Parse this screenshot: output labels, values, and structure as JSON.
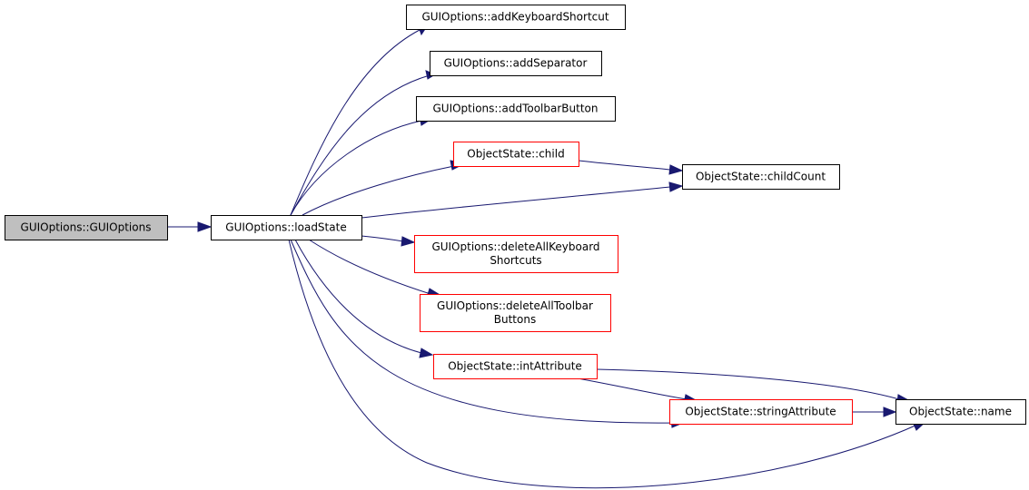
{
  "graph": {
    "colors": {
      "edge": "#191970",
      "current_fill": "#bfbfbf",
      "normal_border": "#000000",
      "linked_border": "#ff0000",
      "node_fill": "#ffffff"
    },
    "nodes": [
      {
        "id": "gui-options-ctor",
        "lines": [
          "GUIOptions::GUIOptions"
        ],
        "style": "current"
      },
      {
        "id": "load-state",
        "lines": [
          "GUIOptions::loadState"
        ],
        "style": "normal"
      },
      {
        "id": "add-keyboard-shortcut",
        "lines": [
          "GUIOptions::addKeyboardShortcut"
        ],
        "style": "normal"
      },
      {
        "id": "add-separator",
        "lines": [
          "GUIOptions::addSeparator"
        ],
        "style": "normal"
      },
      {
        "id": "add-toolbar-button",
        "lines": [
          "GUIOptions::addToolbarButton"
        ],
        "style": "normal"
      },
      {
        "id": "object-state-child",
        "lines": [
          "ObjectState::child"
        ],
        "style": "linked"
      },
      {
        "id": "object-state-child-count",
        "lines": [
          "ObjectState::childCount"
        ],
        "style": "normal"
      },
      {
        "id": "delete-all-keyboard-shortcuts",
        "lines": [
          "GUIOptions::deleteAllKeyboard",
          "Shortcuts"
        ],
        "style": "linked"
      },
      {
        "id": "delete-all-toolbar-buttons",
        "lines": [
          "GUIOptions::deleteAllToolbar",
          "Buttons"
        ],
        "style": "linked"
      },
      {
        "id": "object-state-int-attribute",
        "lines": [
          "ObjectState::intAttribute"
        ],
        "style": "linked"
      },
      {
        "id": "object-state-string-attribute",
        "lines": [
          "ObjectState::stringAttribute"
        ],
        "style": "linked"
      },
      {
        "id": "object-state-name",
        "lines": [
          "ObjectState::name"
        ],
        "style": "normal"
      }
    ],
    "edges": [
      {
        "from": "gui-options-ctor",
        "to": "load-state"
      },
      {
        "from": "load-state",
        "to": "add-keyboard-shortcut"
      },
      {
        "from": "load-state",
        "to": "add-separator"
      },
      {
        "from": "load-state",
        "to": "add-toolbar-button"
      },
      {
        "from": "load-state",
        "to": "object-state-child"
      },
      {
        "from": "load-state",
        "to": "object-state-child-count"
      },
      {
        "from": "object-state-child",
        "to": "object-state-child-count"
      },
      {
        "from": "load-state",
        "to": "delete-all-keyboard-shortcuts"
      },
      {
        "from": "load-state",
        "to": "delete-all-toolbar-buttons"
      },
      {
        "from": "load-state",
        "to": "object-state-int-attribute"
      },
      {
        "from": "load-state",
        "to": "object-state-string-attribute"
      },
      {
        "from": "load-state",
        "to": "object-state-name"
      },
      {
        "from": "object-state-int-attribute",
        "to": "object-state-string-attribute"
      },
      {
        "from": "object-state-int-attribute",
        "to": "object-state-name"
      },
      {
        "from": "object-state-string-attribute",
        "to": "object-state-name"
      }
    ]
  }
}
